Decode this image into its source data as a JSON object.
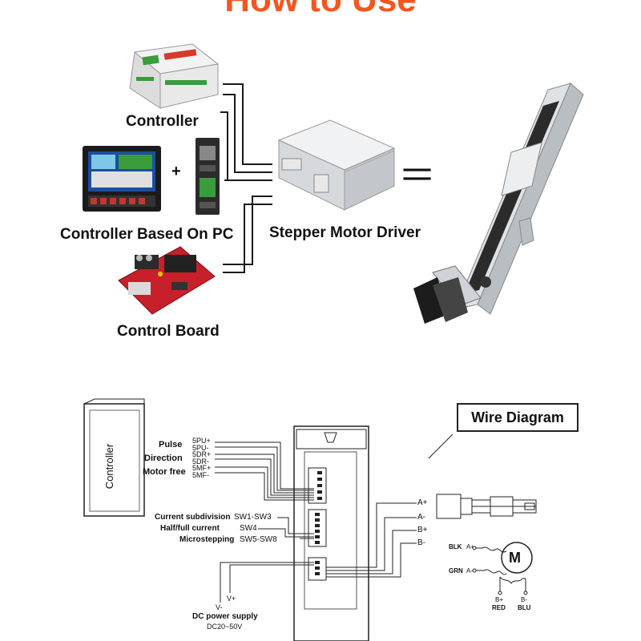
{
  "page": {
    "title": "How to Use"
  },
  "top": {
    "controller_label": "Controller",
    "plus_sign": "+",
    "pc_controller_label": "Controller Based On PC",
    "board_label": "Control Board",
    "driver_label": "Stepper Motor Driver",
    "equals_sign": "="
  },
  "wire": {
    "heading": "Wire Diagram",
    "controller_box": "Controller",
    "inputs": {
      "pulse_label": "Pulse",
      "pulse_pos": "5PU+",
      "pulse_neg": "5PU-",
      "direction_label": "Direction",
      "dir_pos": "5DR+",
      "dir_neg": "5DR-",
      "free_label": "Motor free",
      "mf_pos": "5MF+",
      "mf_neg": "5MF-"
    },
    "switches": {
      "subdivision_label": "Current subdivision",
      "subdivision_code": "SW1-SW3",
      "halffull_label": "Half/full current",
      "halffull_code": "SW4",
      "micro_label": "Microstepping",
      "micro_code": "SW5-SW8"
    },
    "outputs": [
      "A+",
      "A-",
      "B+",
      "B-"
    ],
    "motor": {
      "symbol": "M",
      "blk": "BLK",
      "a_plus": "A+",
      "grn": "GRN",
      "a_minus": "A-",
      "b_plus": "B+",
      "b_minus": "B-",
      "red": "RED",
      "blu": "BLU"
    },
    "power": {
      "v_minus": "V-",
      "v_plus": "V+",
      "label": "DC power supply",
      "range": "DC20~50V"
    }
  },
  "colors": {
    "title": "#f4561d",
    "board_red": "#c8202a",
    "screen_blue": "#1a4fa0"
  }
}
